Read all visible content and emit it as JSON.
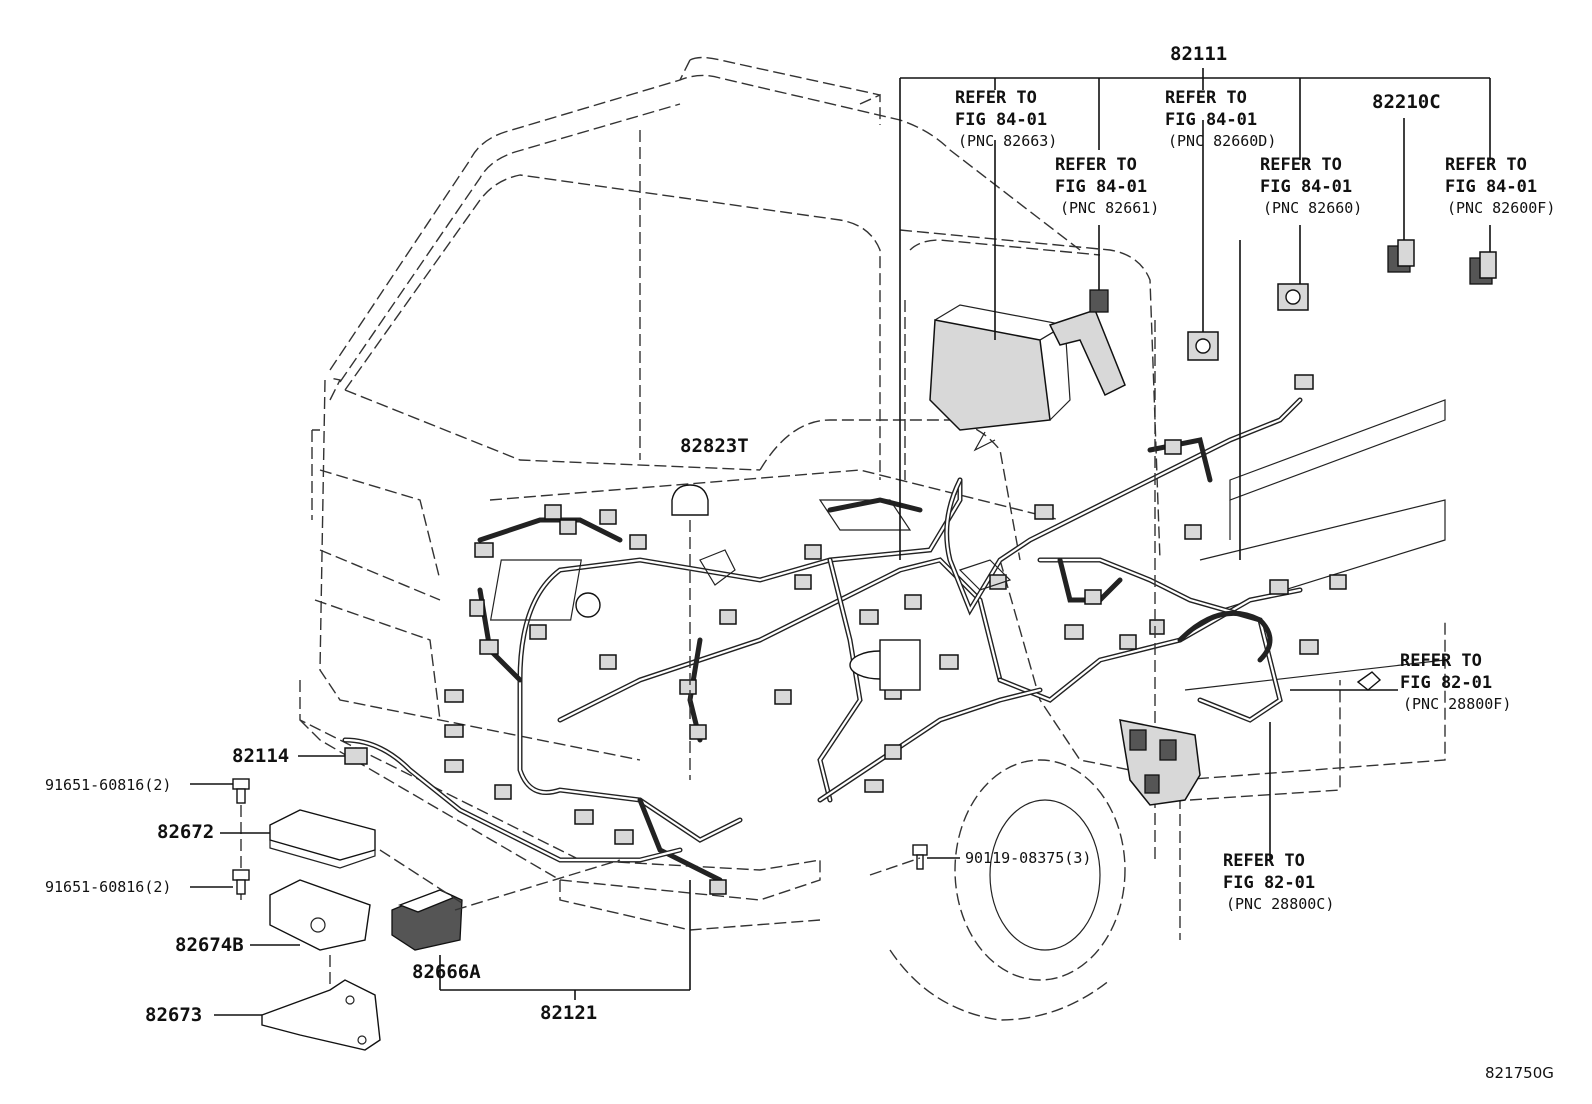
{
  "diagram": {
    "part_numbers": {
      "main": "82111",
      "relay_82210c": "82210C",
      "bulb_82823t": "82823T",
      "clip_82114": "82114",
      "bolt_a": "91651-60816(2)",
      "ecu_82672": "82672",
      "bolt_b": "91651-60816(2)",
      "bracket_82674b": "82674B",
      "plate_82673": "82673",
      "block_82666a": "82666A",
      "harness_82121": "82121",
      "bolt_c": "90119-08375(3)"
    },
    "references": [
      {
        "line1": "REFER TO",
        "line2": "FIG 84-01",
        "pnc": "(PNC 82663)"
      },
      {
        "line1": "REFER TO",
        "line2": "FIG 84-01",
        "pnc": "(PNC 82660D)"
      },
      {
        "line1": "REFER TO",
        "line2": "FIG 84-01",
        "pnc": "(PNC 82661)"
      },
      {
        "line1": "REFER TO",
        "line2": "FIG 84-01",
        "pnc": "(PNC 82660)"
      },
      {
        "line1": "REFER TO",
        "line2": "FIG 84-01",
        "pnc": "(PNC 82600F)"
      },
      {
        "line1": "REFER TO",
        "line2": "FIG 82-01",
        "pnc": "(PNC 28800F)"
      },
      {
        "line1": "REFER TO",
        "line2": "FIG 82-01",
        "pnc": "(PNC 28800C)"
      }
    ],
    "figure_code": "821750G"
  }
}
